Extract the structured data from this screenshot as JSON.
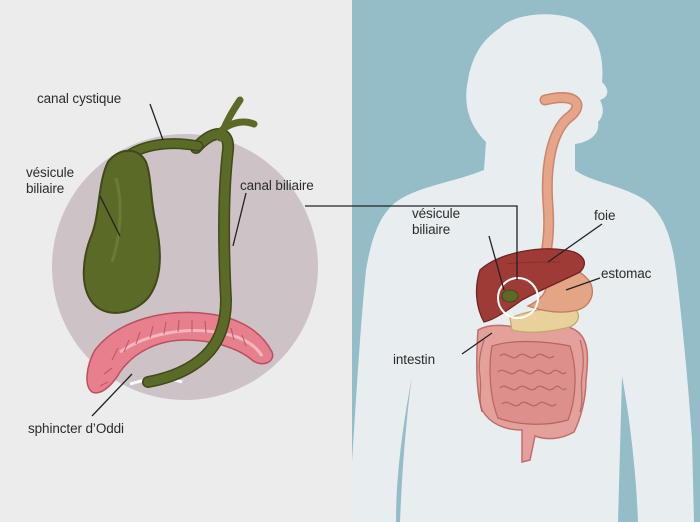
{
  "labels": {
    "left": {
      "canal_cystique": "canal cystique",
      "vesicule_biliaire_line1": "vésicule",
      "vesicule_biliaire_line2": "biliaire",
      "canal_biliaire": "canal biliaire",
      "sphincter_oddi": "sphincter d’Oddi"
    },
    "right": {
      "vesicule_biliaire_line1": "vésicule",
      "vesicule_biliaire_line2": "biliaire",
      "foie": "foie",
      "estomac": "estomac",
      "intestin": "intestin"
    }
  },
  "colors": {
    "left_background": "#ececec",
    "right_background": "#94bdc7",
    "body_silhouette": "#e8eef0",
    "zoom_circle": "#cdc3c6",
    "gallbladder": "#5c6a28",
    "liver": "#9e3b36",
    "stomach": "#e3a585",
    "intestine": "#e4a09a",
    "duodenum": "#e87f8d",
    "pancreas": "#e8d19a",
    "esophagus": "#e6a588",
    "leader_line": "#222222"
  }
}
